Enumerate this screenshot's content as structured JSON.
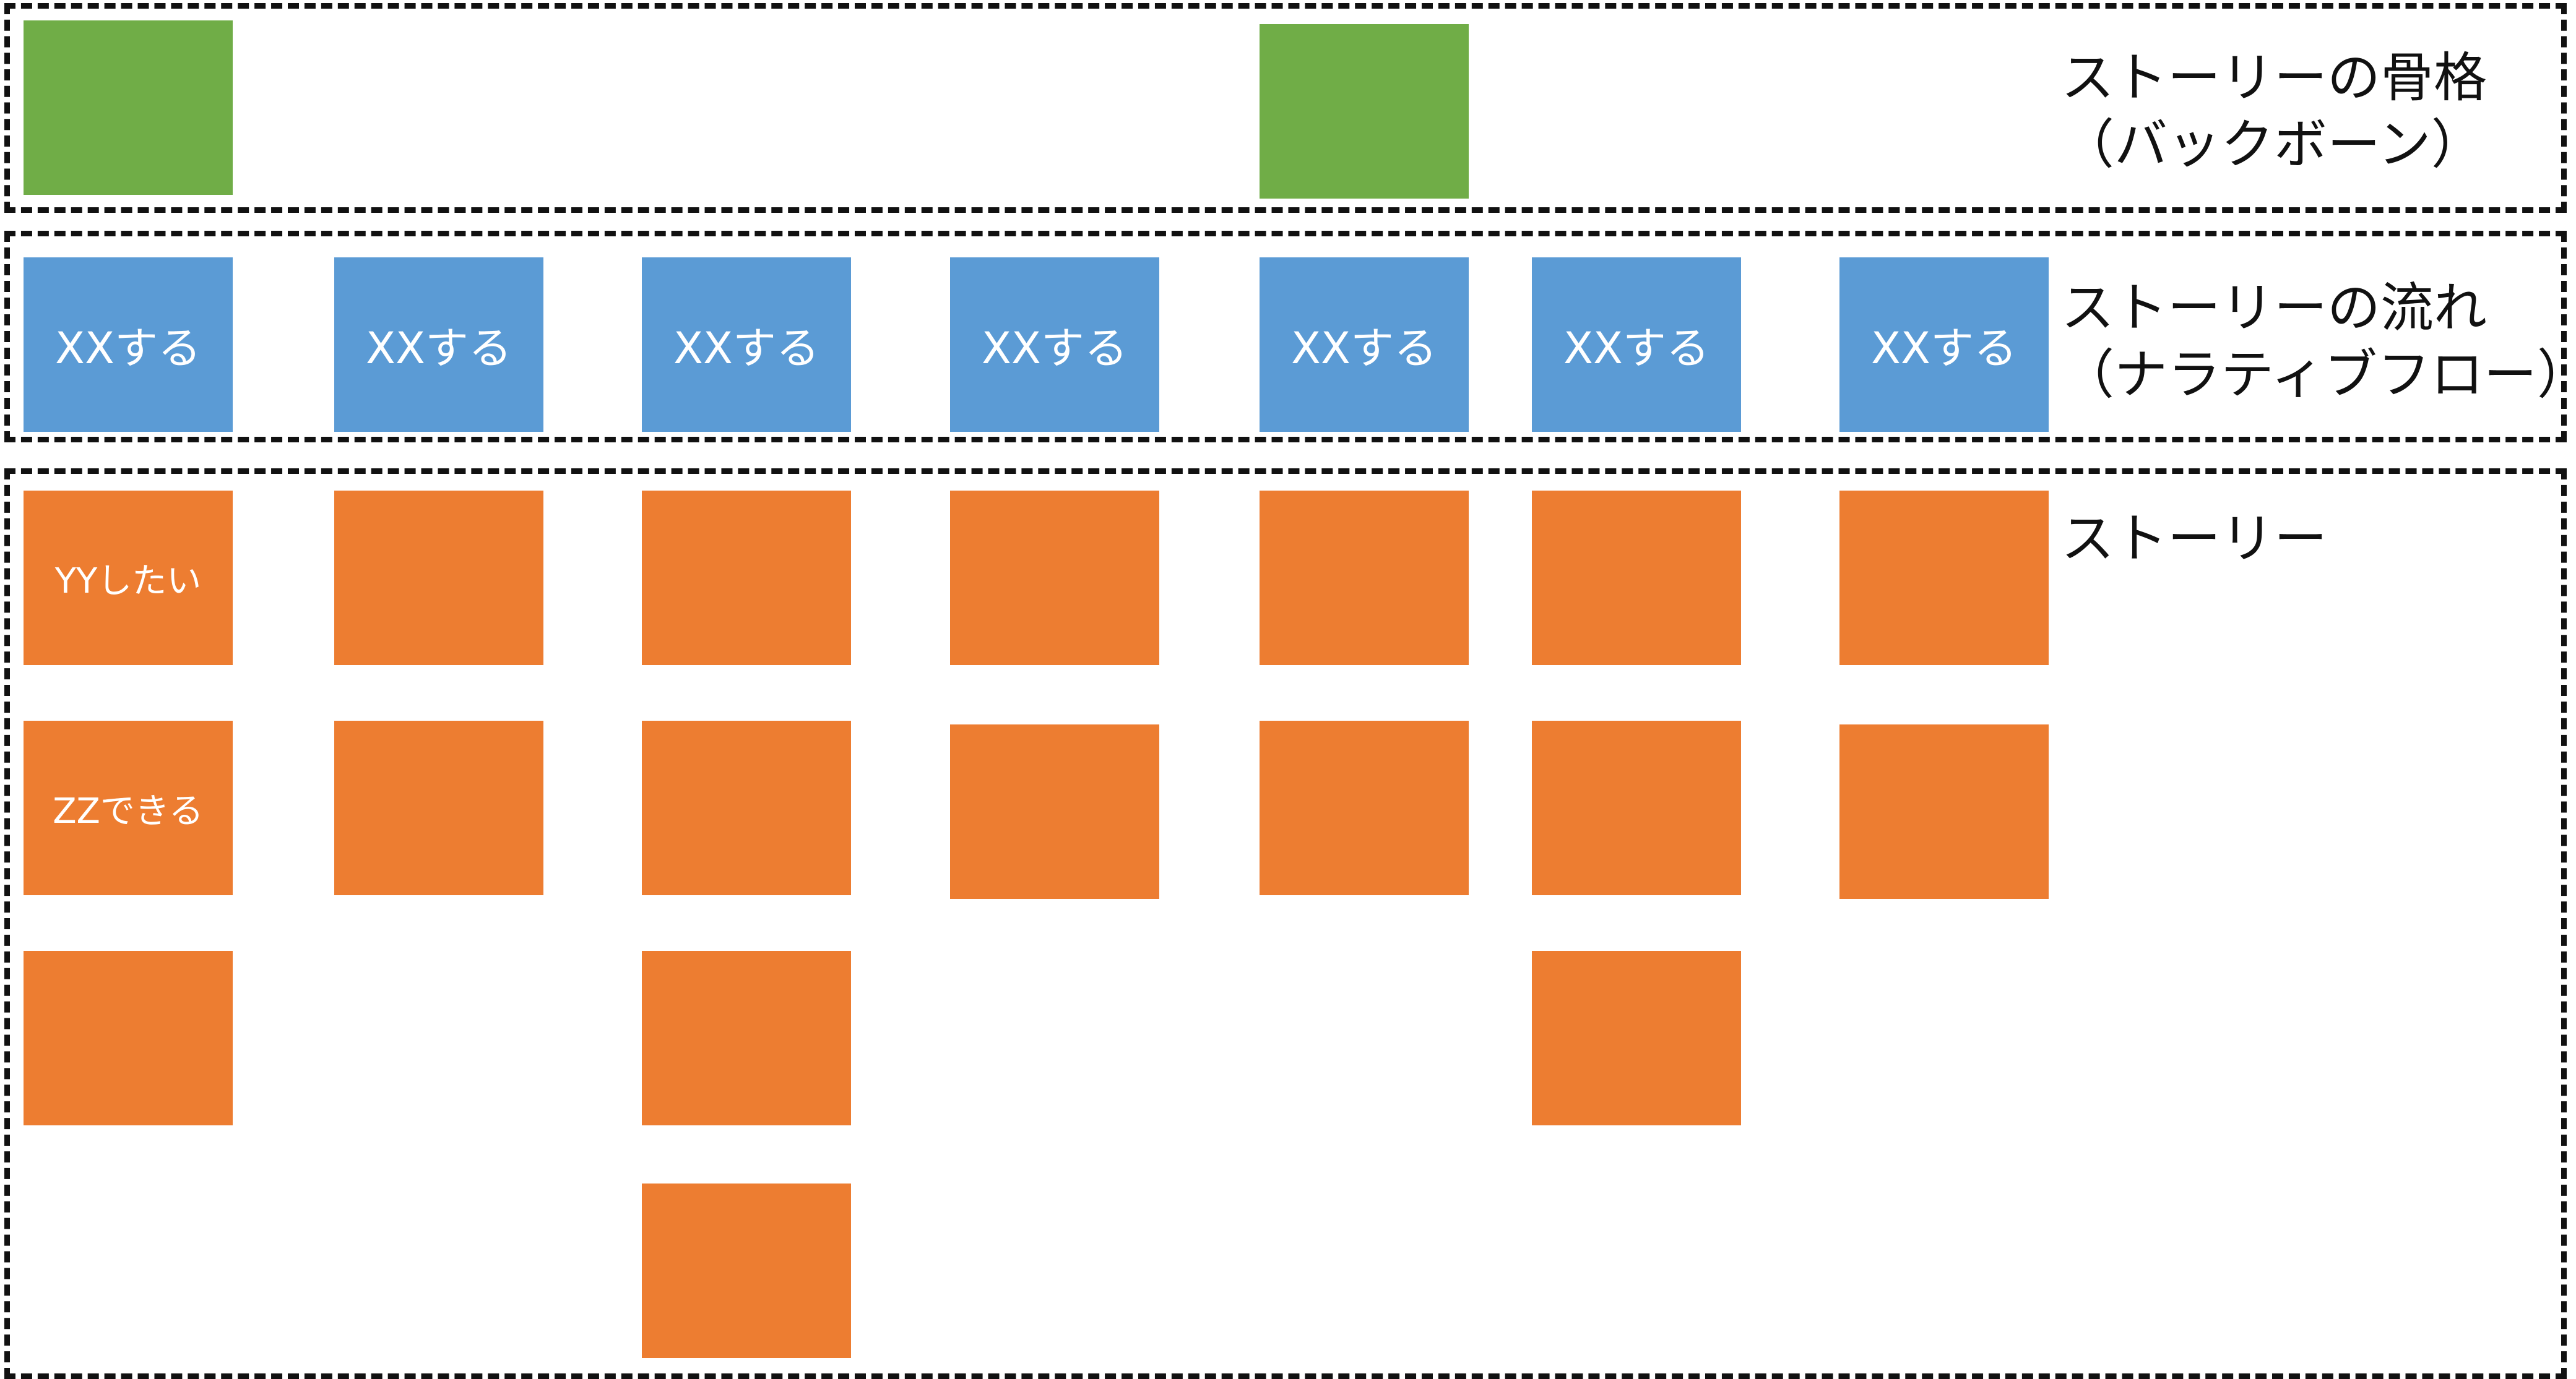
{
  "bands": {
    "backbone": {
      "label_line1": "ストーリーの骨格",
      "label_line2": "（バックボーン）"
    },
    "flow": {
      "label_line1": "ストーリーの流れ",
      "label_line2": "（ナラティブフロー）"
    },
    "stories": {
      "label": "ストーリー"
    }
  },
  "colors": {
    "backbone_card": "#70ad47",
    "activity_card": "#5b9bd5",
    "story_card": "#ed7d31",
    "border": "#111111"
  },
  "activities": [
    "XXする",
    "XXする",
    "XXする",
    "XXする",
    "XXする",
    "XXする",
    "XXする"
  ],
  "stories": {
    "col1": [
      "YYしたい",
      "ZZできる",
      ""
    ],
    "col2": [
      "",
      ""
    ],
    "col3": [
      "",
      "",
      "",
      ""
    ],
    "col4": [
      "",
      ""
    ],
    "col5": [
      "",
      ""
    ],
    "col6": [
      "",
      "",
      ""
    ],
    "col7": [
      "",
      ""
    ]
  }
}
